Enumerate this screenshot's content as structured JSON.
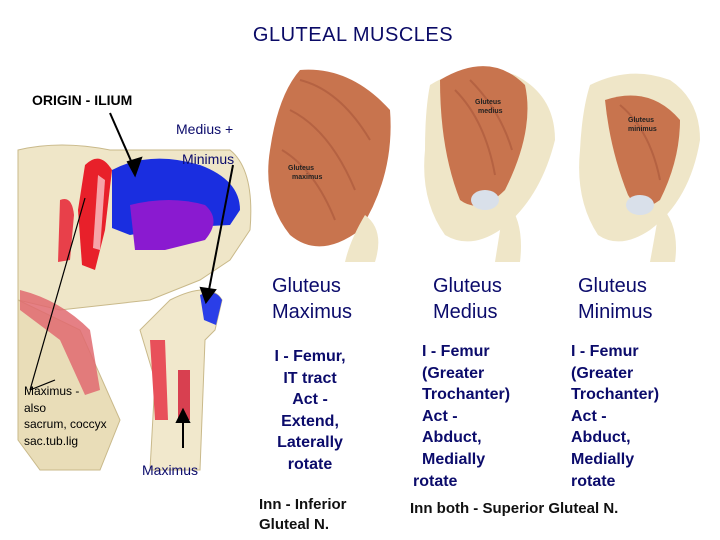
{
  "title": "GLUTEAL MUSCLES",
  "labels": {
    "origin": "ORIGIN - ILIUM",
    "medius_plus": "Medius +",
    "minimus": "Minimus",
    "maximus_also": [
      "Maximus -",
      "also",
      "sacrum, coccyx",
      "sac.tub.lig"
    ],
    "maximus_arrow": "Maximus"
  },
  "photo_labels": {
    "maximus": [
      "Gluteus",
      "maximus"
    ],
    "medius": [
      "Gluteus",
      "medius"
    ],
    "minimus": [
      "Gluteus",
      "minimus"
    ]
  },
  "columns": {
    "maximus": {
      "name": [
        "Gluteus",
        "Maximus"
      ],
      "detail": [
        "I - Femur,",
        "IT tract",
        "Act -",
        "Extend,",
        "Laterally",
        "rotate"
      ],
      "innervation": [
        "Inn - Inferior",
        "Gluteal N."
      ]
    },
    "medius": {
      "name": [
        "Gluteus",
        "Medius"
      ],
      "detail": [
        "I - Femur",
        "(Greater",
        "Trochanter)",
        "Act -",
        "Abduct,",
        "Medially",
        "rotate"
      ]
    },
    "minimus": {
      "name": [
        "Gluteus",
        "Minimus"
      ],
      "detail": [
        "I - Femur",
        "(Greater",
        "Trochanter)",
        "Act -",
        "Abduct,",
        "Medially",
        "rotate"
      ]
    },
    "shared_innervation": "Inn both - Superior Gluteal N."
  },
  "colors": {
    "title": "#0a0a66",
    "text_navy": "#0b0b6b",
    "maximus_region": "#e8202a",
    "medius_region": "#1a2ee0",
    "minimus_region": "#8a1ad0",
    "bone": "#efe6c8",
    "muscle": "#c8744e"
  }
}
